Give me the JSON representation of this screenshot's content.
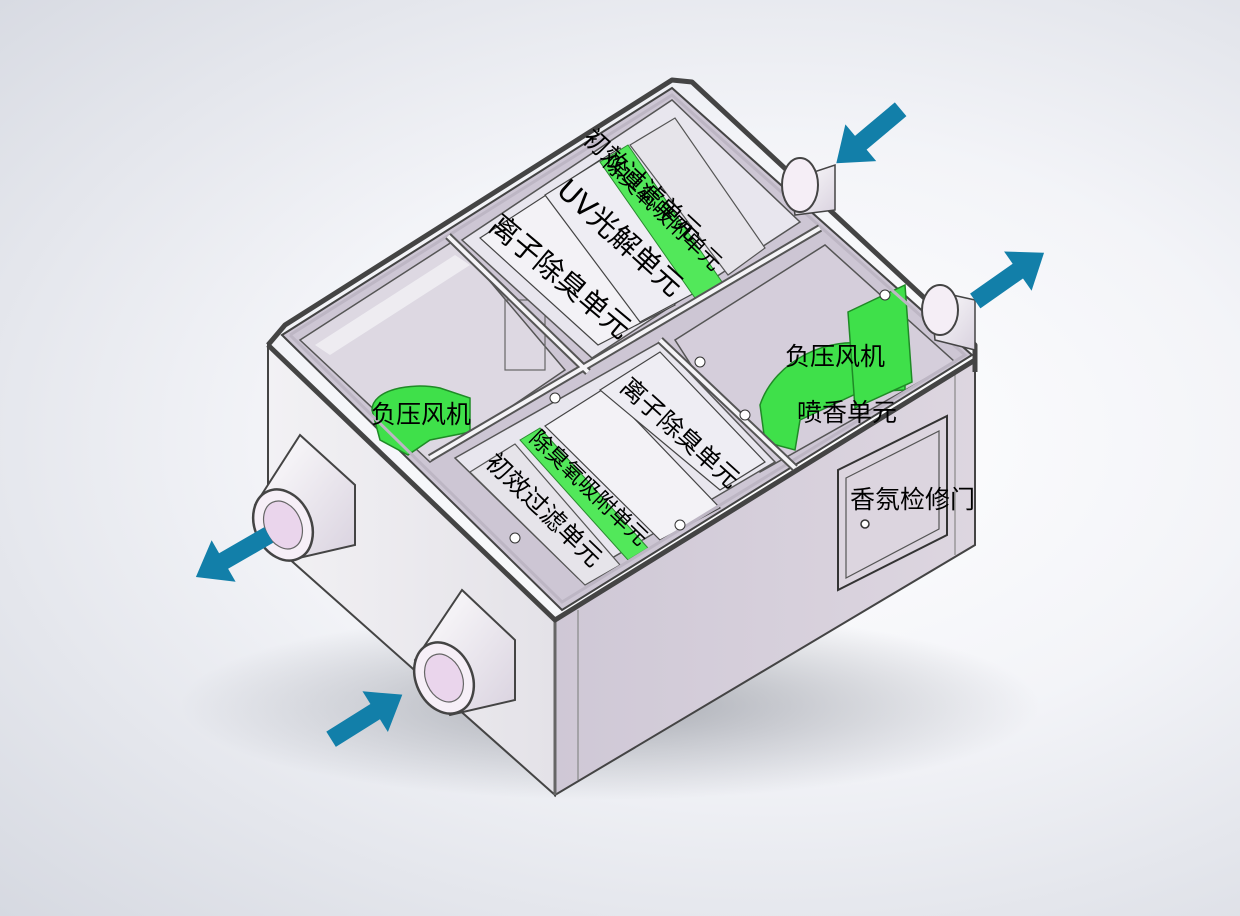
{
  "labels": {
    "primary_filter_back": "初效过滤单元",
    "deodor_adsorb_back": "除臭氧吸附单元",
    "uv_photolysis": "UV光解单元",
    "ion_deodor_back": "离子除臭单元",
    "fan_left": "负压风机",
    "fan_right": "负压风机",
    "spray_unit": "喷香单元",
    "ion_deodor_front": "离子除臭单元",
    "deodor_adsorb_front": "除臭氧吸附单元",
    "primary_filter_front": "初效过滤单元",
    "service_door": "香氛检修门"
  },
  "colors": {
    "arrow": "#127fa9",
    "filter_green": "#52e85a",
    "fan_green": "#3fe04a",
    "shell_light": "#eceaf0",
    "shell_dark": "#d4cdd9",
    "edge": "#3a3a3a"
  },
  "icons": [
    "airflow-arrow-icon"
  ]
}
